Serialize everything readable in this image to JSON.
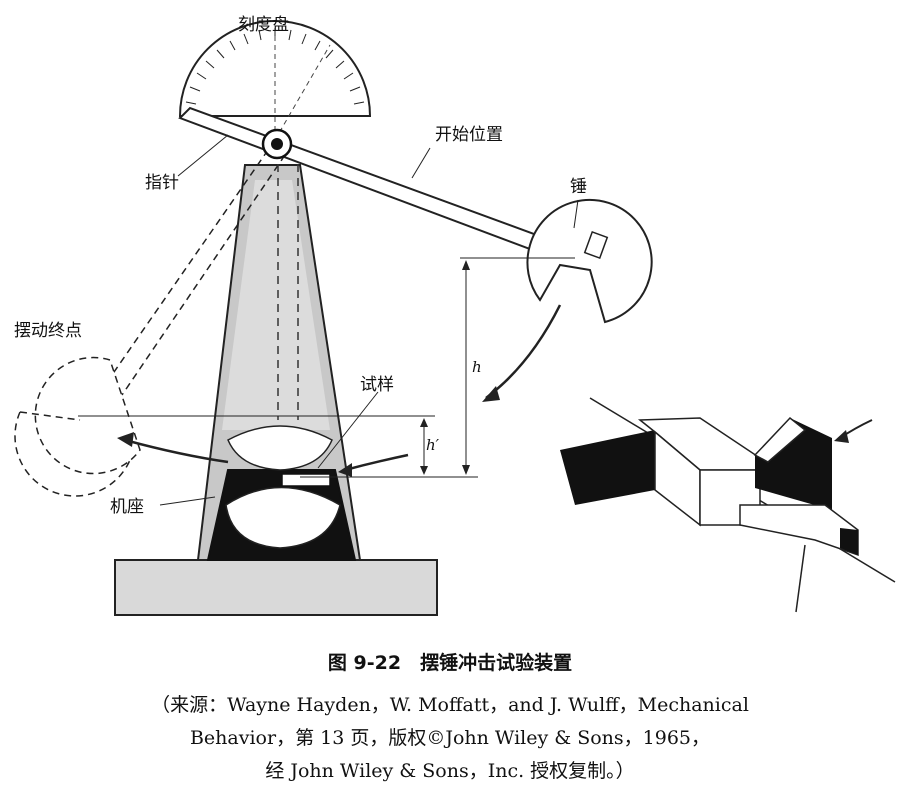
{
  "labels": {
    "dial": "刻度盘",
    "start_position": "开始位置",
    "hammer": "锤",
    "pointer": "指针",
    "swing_end": "摆动终点",
    "specimen": "试样",
    "base": "机座",
    "h": "h",
    "h_prime": "h′"
  },
  "caption": {
    "title": "图 9-22　摆锤冲击试验装置",
    "line1": "（来源：Wayne Hayden，W. Moffatt，and J. Wulff，Mechanical",
    "line2": "Behavior，第 13 页，版权©John Wiley & Sons，1965，",
    "line3": "经 John Wiley & Sons，Inc. 授权复制。）"
  }
}
